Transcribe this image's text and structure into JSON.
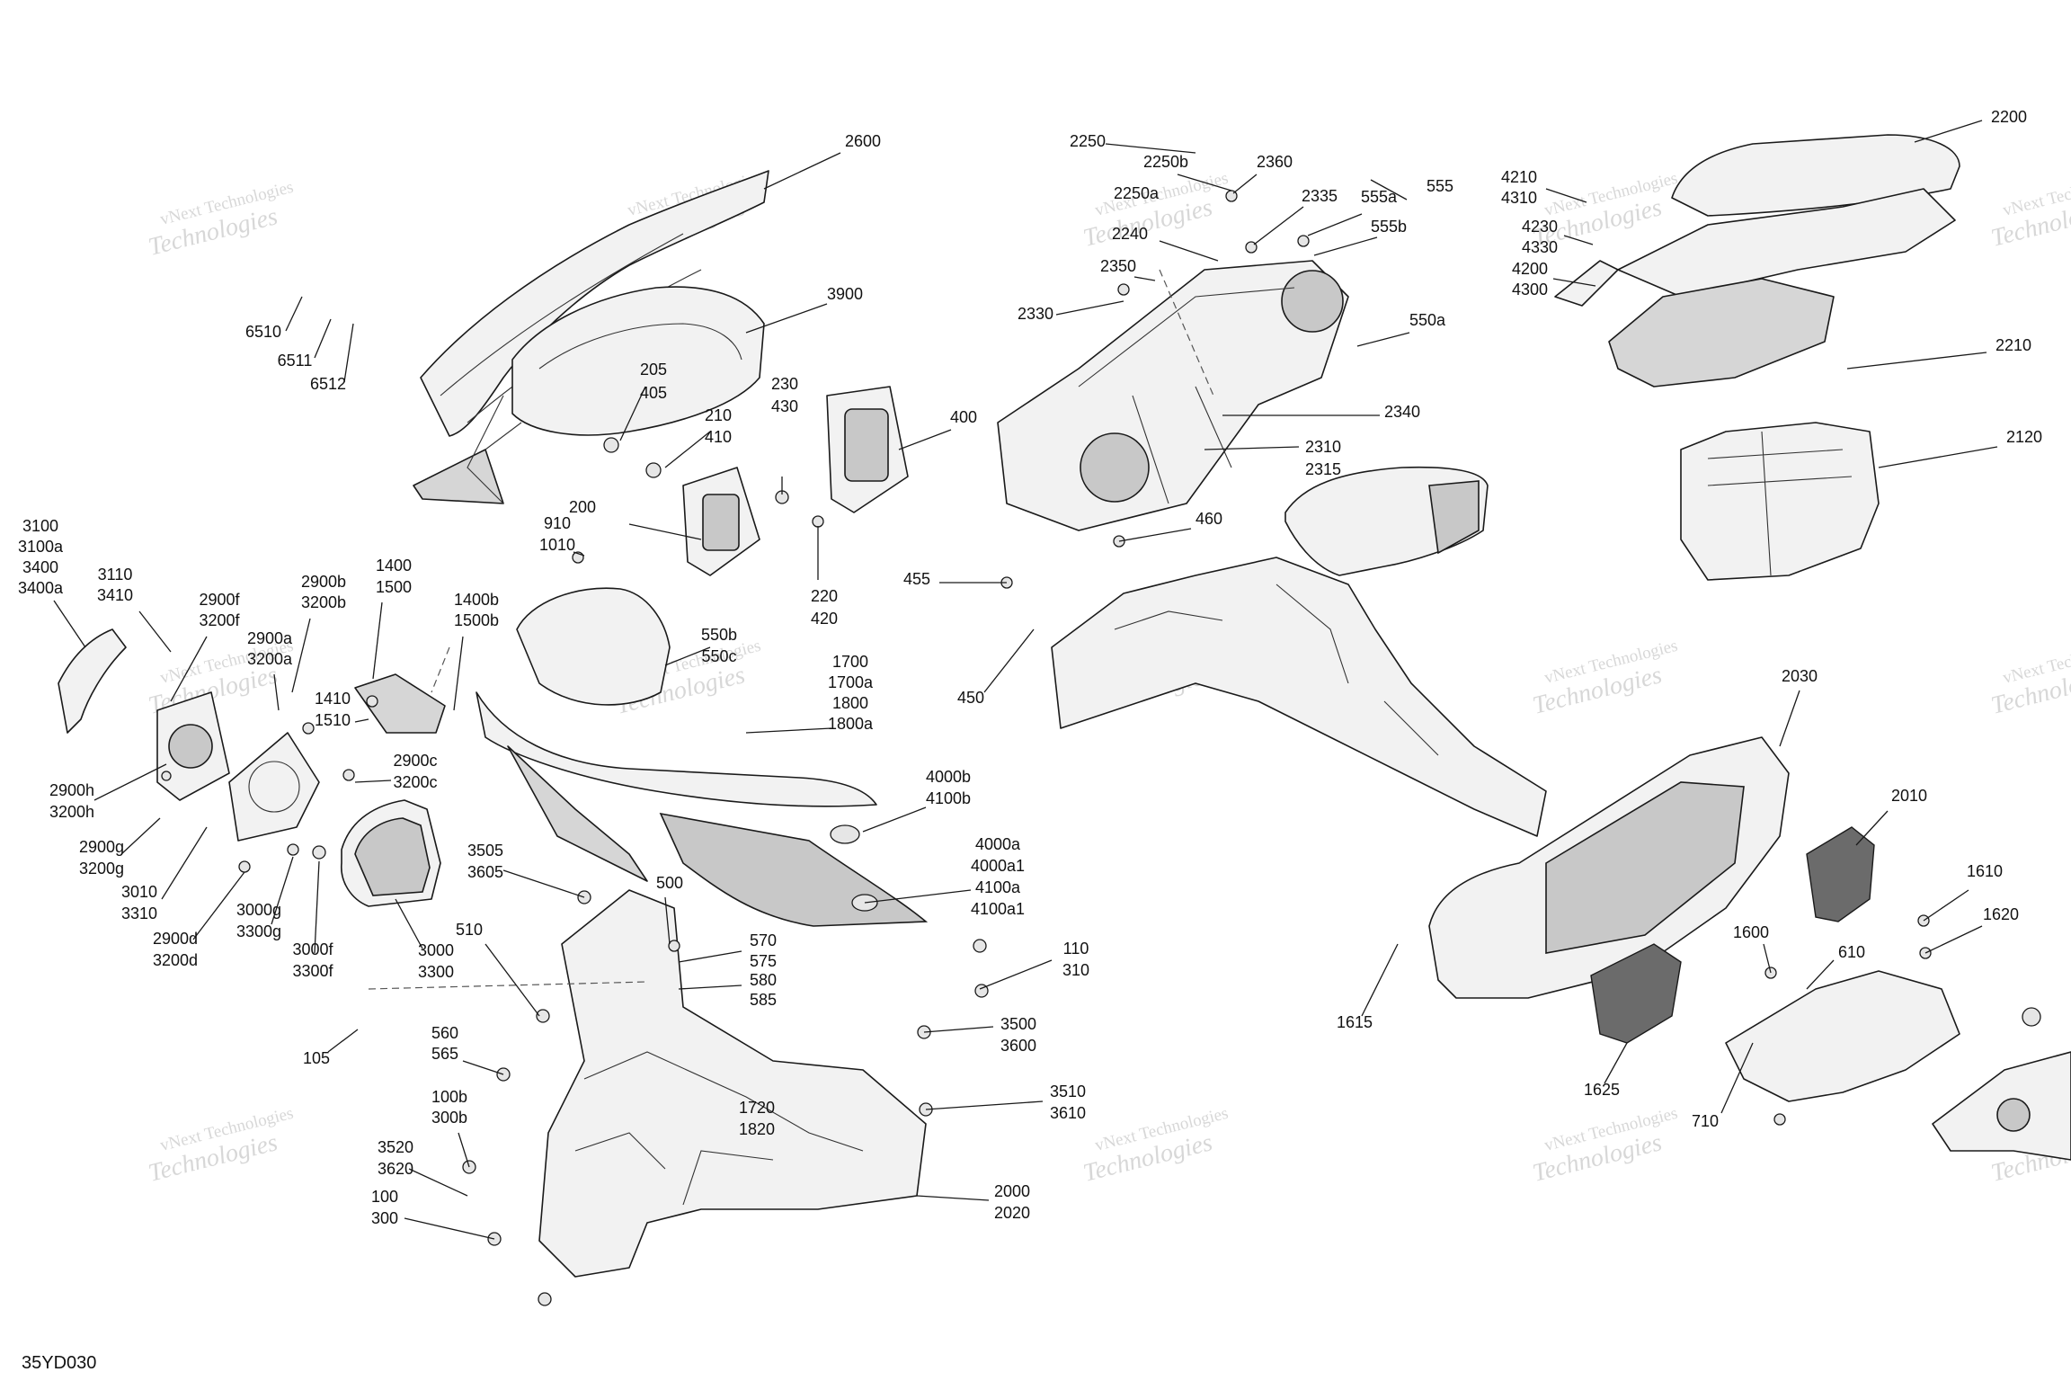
{
  "diagram": {
    "code": "35YD030",
    "watermark": {
      "line1": "vNext Technologies",
      "line2": "Technologies"
    },
    "callouts": [
      "2600",
      "3900",
      "6510",
      "6511",
      "6512",
      "205",
      "405",
      "210",
      "410",
      "230",
      "430",
      "400",
      "200",
      "220",
      "420",
      "2250",
      "2250b",
      "2250a",
      "2240",
      "2360",
      "2335",
      "555",
      "555a",
      "555b",
      "2350",
      "2330",
      "550a",
      "2340",
      "2310",
      "2315",
      "4210",
      "4310",
      "4230",
      "4330",
      "4200",
      "4300",
      "2200",
      "2210",
      "2120",
      "3100",
      "3100a",
      "3400",
      "3400a",
      "3110",
      "3410",
      "2900f",
      "3200f",
      "2900a",
      "3200a",
      "2900b",
      "3200b",
      "1400",
      "1500",
      "1400b",
      "1500b",
      "1410",
      "1510",
      "2900h",
      "3200h",
      "2900c",
      "3200c",
      "2900g",
      "3200g",
      "3010",
      "3310",
      "2900d",
      "3200d",
      "3000g",
      "3300g",
      "3000f",
      "3300f",
      "3000",
      "3300",
      "910",
      "1010",
      "460",
      "455",
      "450",
      "550b",
      "550c",
      "1700",
      "1700a",
      "1800",
      "1800a",
      "4000b",
      "4100b",
      "4000a",
      "4000a1",
      "4100a",
      "4100a1",
      "3505",
      "3605",
      "500",
      "510",
      "570",
      "575",
      "580",
      "585",
      "110",
      "310",
      "105",
      "560",
      "565",
      "3500",
      "3600",
      "3510",
      "3610",
      "100b",
      "300b",
      "1720",
      "1820",
      "3520",
      "3620",
      "100",
      "300",
      "2000",
      "2020",
      "2030",
      "2010",
      "1615",
      "1625",
      "1610",
      "1620",
      "1600",
      "610",
      "710"
    ]
  }
}
